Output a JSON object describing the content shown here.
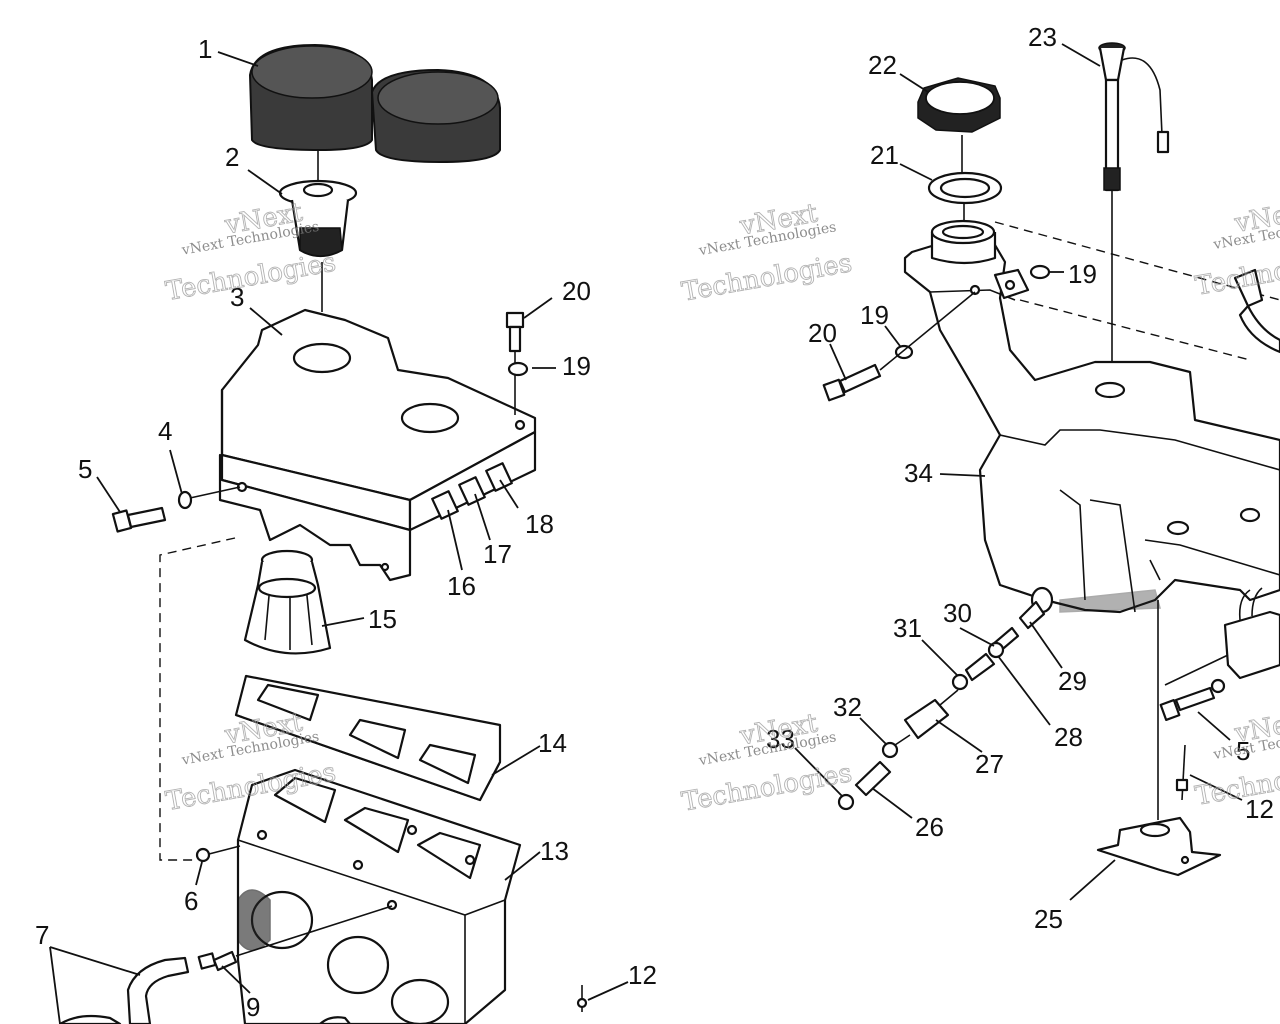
{
  "watermark": {
    "brand_line_1": "vNext",
    "brand_line_2": "vNext Technologies",
    "brand_line_3": "Technologies"
  },
  "callouts": {
    "c1": "1",
    "c2": "2",
    "c3": "3",
    "c4": "4",
    "c5": "5",
    "c6": "6",
    "c7": "7",
    "c9": "9",
    "c12a": "12",
    "c12b": "12",
    "c13": "13",
    "c14": "14",
    "c15": "15",
    "c16": "16",
    "c17": "17",
    "c18": "18",
    "c19a": "19",
    "c19b": "19",
    "c19c": "19",
    "c20a": "20",
    "c20b": "20",
    "c21": "21",
    "c22": "22",
    "c23": "23",
    "c25": "25",
    "c26": "26",
    "c27": "27",
    "c28": "28",
    "c29": "29",
    "c30": "30",
    "c31": "31",
    "c32": "32",
    "c33": "33",
    "c34": "34",
    "c5b": "5"
  }
}
